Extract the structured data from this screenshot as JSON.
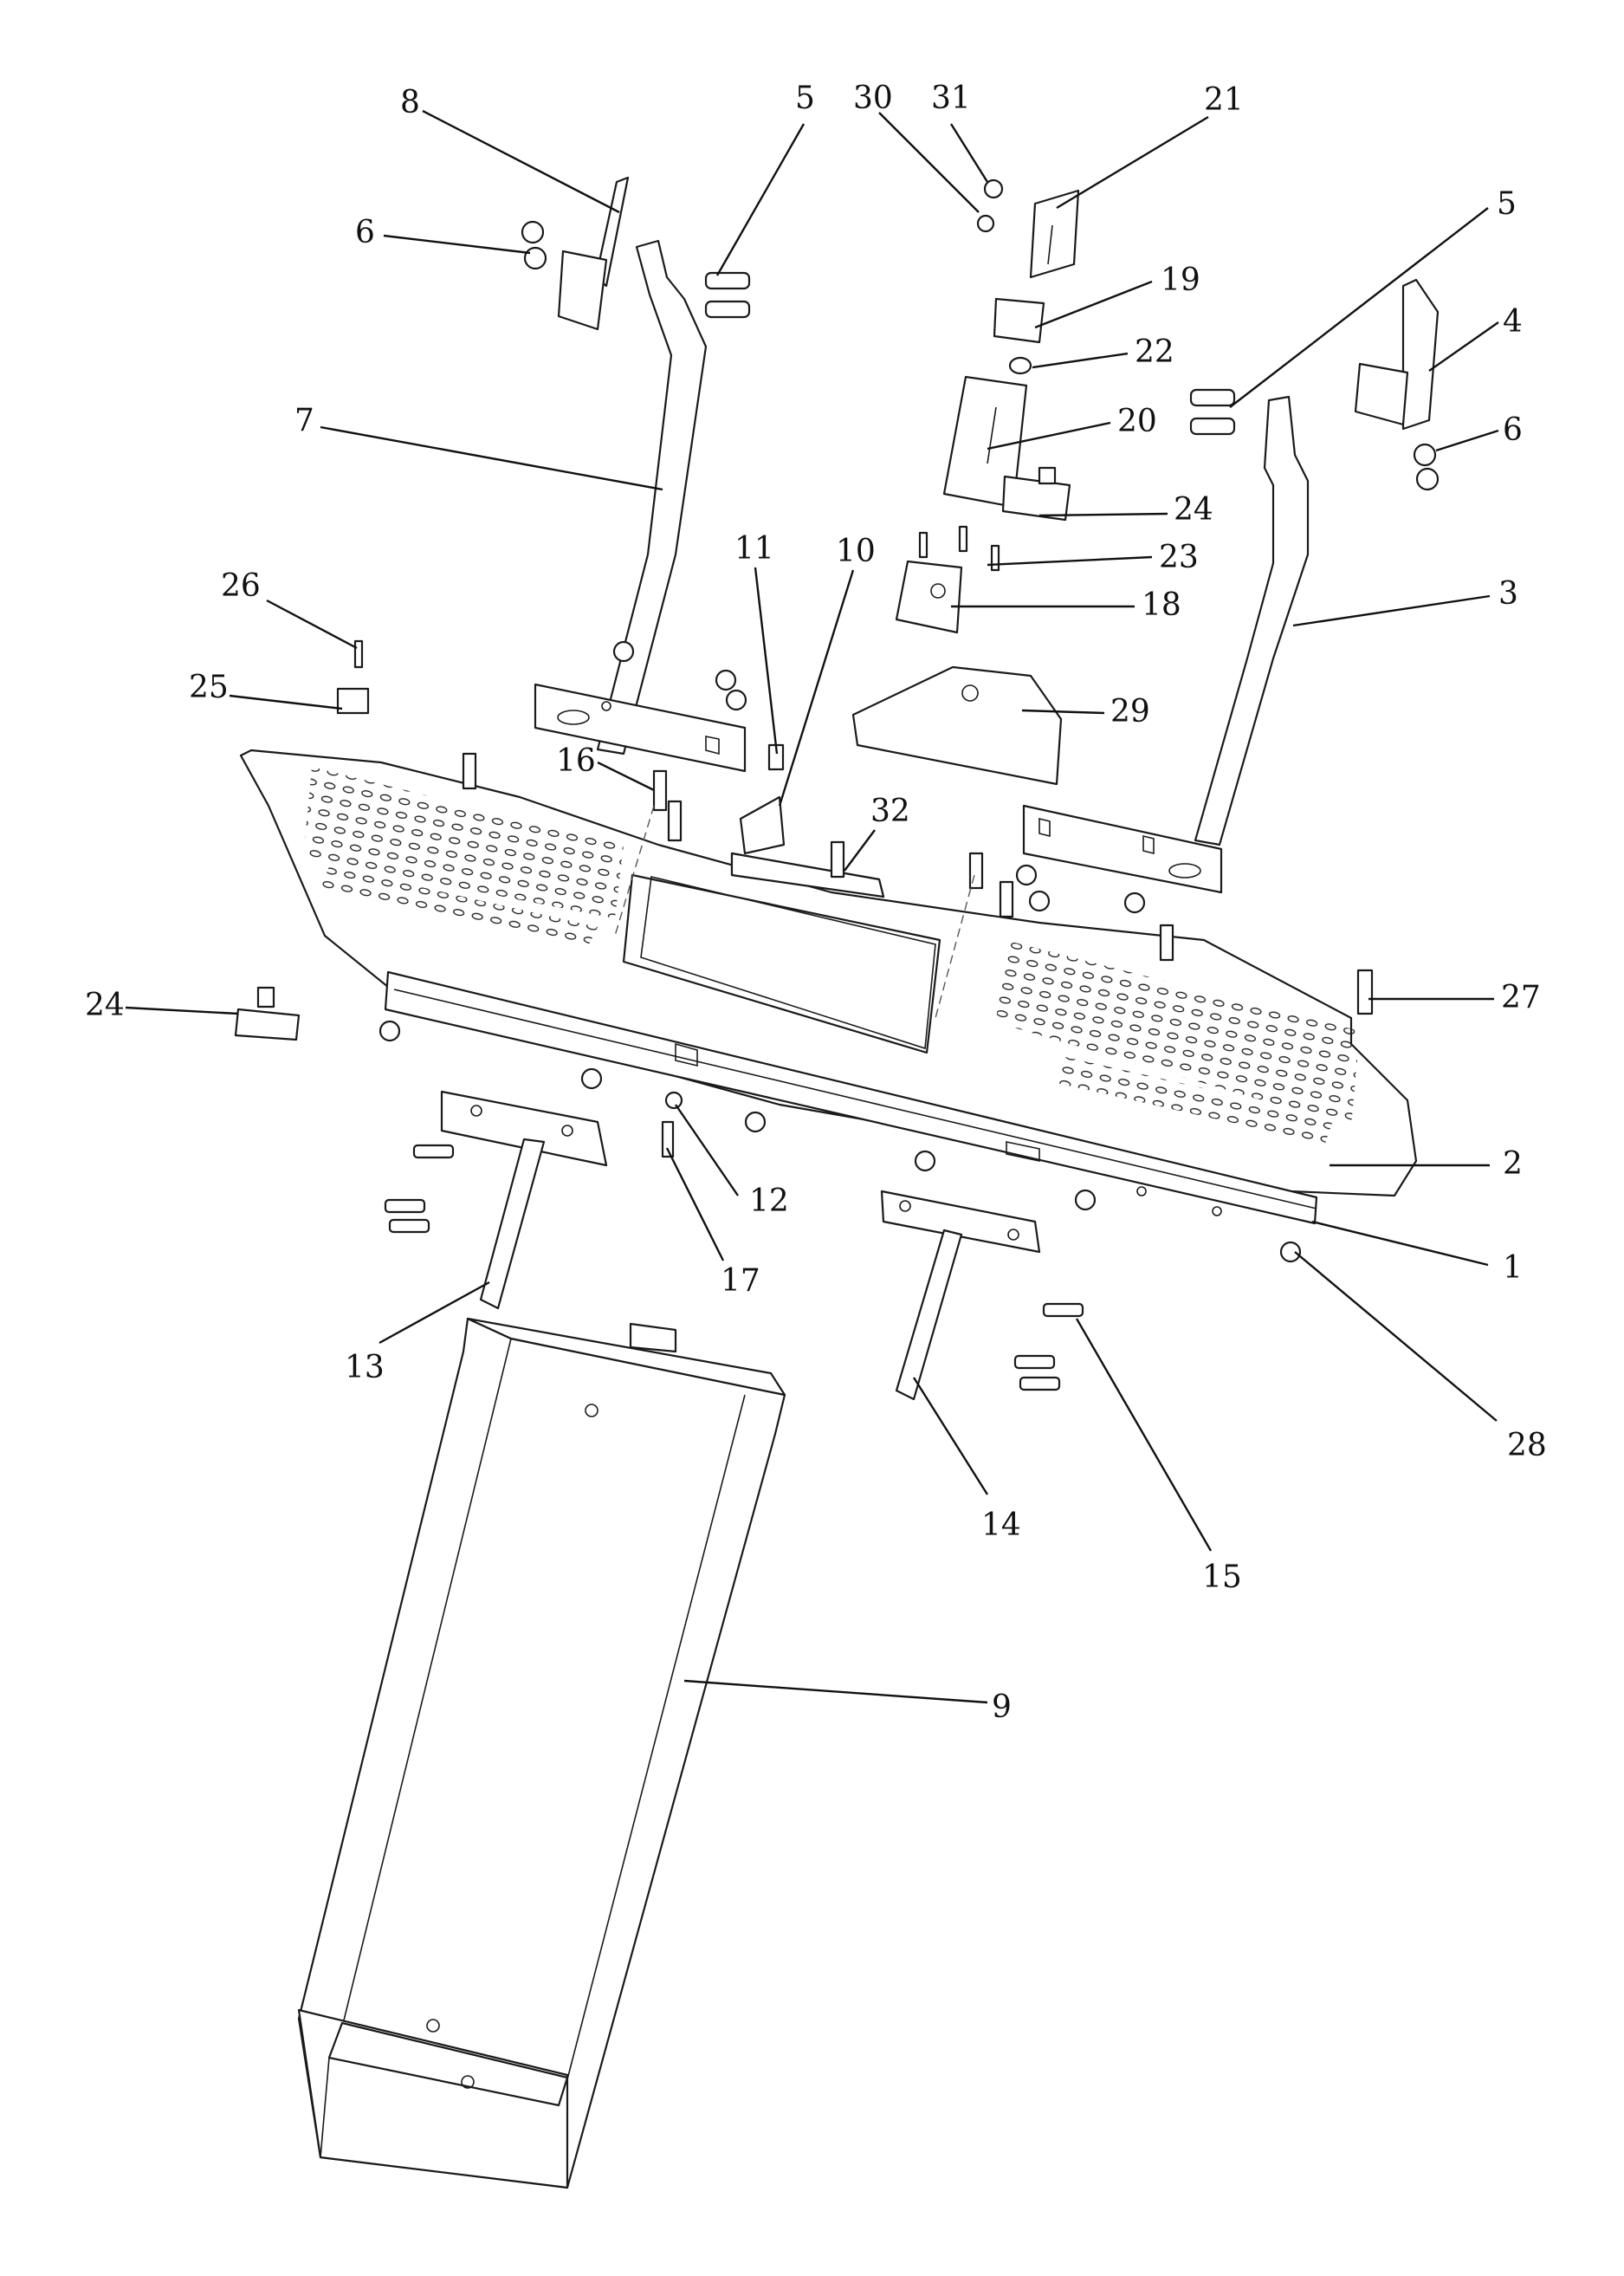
{
  "callouts": [
    {
      "id": "c8",
      "text": "8"
    },
    {
      "id": "c5a",
      "text": "5"
    },
    {
      "id": "c30",
      "text": "30"
    },
    {
      "id": "c31",
      "text": "31"
    },
    {
      "id": "c21",
      "text": "21"
    },
    {
      "id": "c5b",
      "text": "5"
    },
    {
      "id": "c6a",
      "text": "6"
    },
    {
      "id": "c19",
      "text": "19"
    },
    {
      "id": "c4",
      "text": "4"
    },
    {
      "id": "c22",
      "text": "22"
    },
    {
      "id": "c7",
      "text": "7"
    },
    {
      "id": "c20",
      "text": "20"
    },
    {
      "id": "c6b",
      "text": "6"
    },
    {
      "id": "c24a",
      "text": "24"
    },
    {
      "id": "c23",
      "text": "23"
    },
    {
      "id": "c11",
      "text": "11"
    },
    {
      "id": "c10",
      "text": "10"
    },
    {
      "id": "c26",
      "text": "26"
    },
    {
      "id": "c3",
      "text": "3"
    },
    {
      "id": "c18",
      "text": "18"
    },
    {
      "id": "c25",
      "text": "25"
    },
    {
      "id": "c29",
      "text": "29"
    },
    {
      "id": "c16",
      "text": "16"
    },
    {
      "id": "c32",
      "text": "32"
    },
    {
      "id": "c24b",
      "text": "24"
    },
    {
      "id": "c27",
      "text": "27"
    },
    {
      "id": "c2",
      "text": "2"
    },
    {
      "id": "c12",
      "text": "12"
    },
    {
      "id": "c1",
      "text": "1"
    },
    {
      "id": "c17",
      "text": "17"
    },
    {
      "id": "c13",
      "text": "13"
    },
    {
      "id": "c28",
      "text": "28"
    },
    {
      "id": "c14",
      "text": "14"
    },
    {
      "id": "c15",
      "text": "15"
    },
    {
      "id": "c9",
      "text": "9"
    }
  ]
}
